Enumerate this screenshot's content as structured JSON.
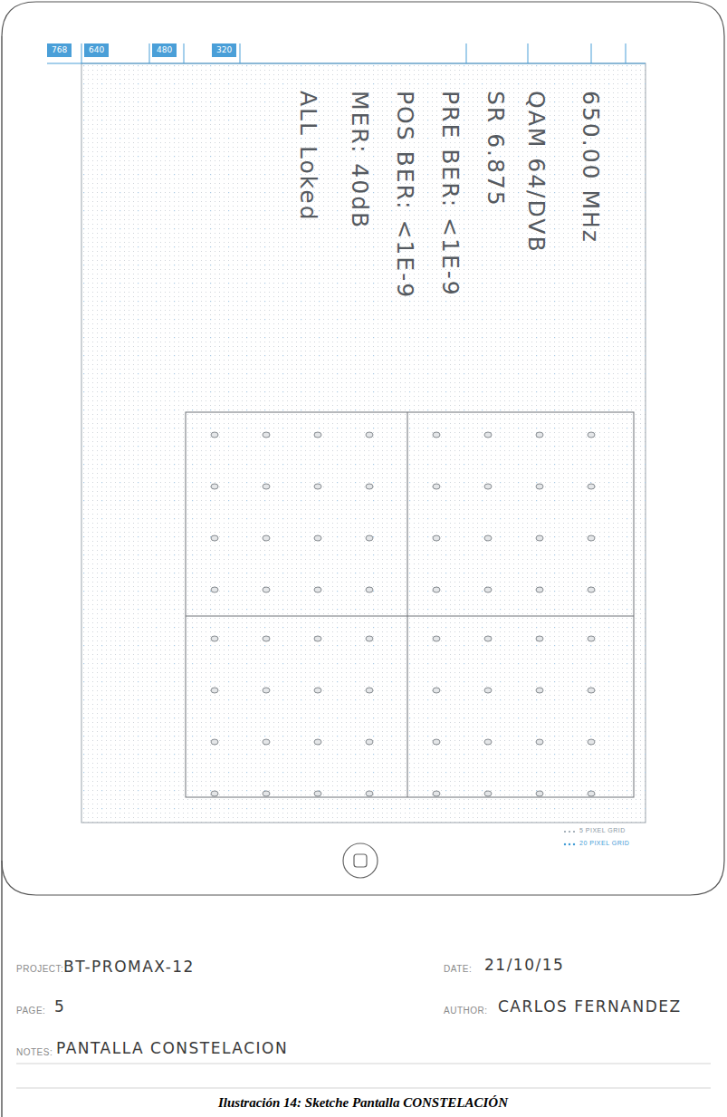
{
  "diagram": {
    "caption": "Ilustración 14: Sketche Pantalla CONSTELACIÓN",
    "labels": [
      "768",
      "640",
      "480",
      "320",
      "650.00 MHz",
      "QAM 64/DVB",
      "SR 6.875",
      "PRE BER: <1E-9",
      "POS BER: <1E-9",
      "MER: 40dB",
      "ALL Loked",
      "5 PIXEL GRID",
      "20 PIXEL GRID",
      "PROJECT:",
      "BT-PROMAX-12",
      "DATE:",
      "21/10/15",
      "PAGE:",
      "5",
      "AUTHOR:",
      "CARLOS FERNANDEZ",
      "NOTES:",
      "PANTALLA CONSTELACION"
    ]
  }
}
